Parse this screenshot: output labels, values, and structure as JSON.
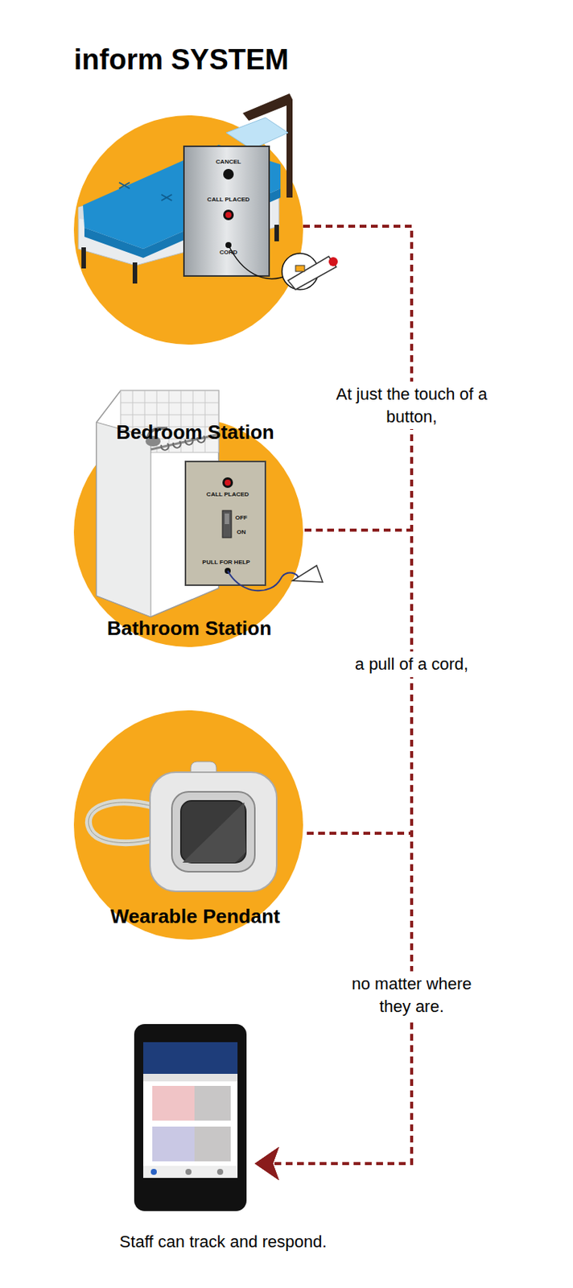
{
  "diagram": {
    "title": "inform SYSTEM",
    "nodes": [
      {
        "text": [
          "Bedroom Station"
        ]
      },
      {
        "text": [
          "Bathroom Station"
        ]
      },
      {
        "text": [
          "Wearable Pendant"
        ]
      },
      {
        "text": [
          "Staff can track and respond."
        ]
      }
    ],
    "edges": [
      {
        "from": 0,
        "to": 3,
        "arrow": "to",
        "label": "At just the touch of a button,"
      },
      {
        "from": 1,
        "to": 3,
        "arrow": "to",
        "label": "a pull of a cord,"
      },
      {
        "from": 2,
        "to": 3,
        "arrow": "to",
        "label": "no matter where they are."
      }
    ],
    "labels": [
      "CANCEL",
      "CALL PLACED",
      "CORD",
      "CALL PLACED",
      "OFF",
      "ON",
      "PULL FOR HELP"
    ]
  }
}
